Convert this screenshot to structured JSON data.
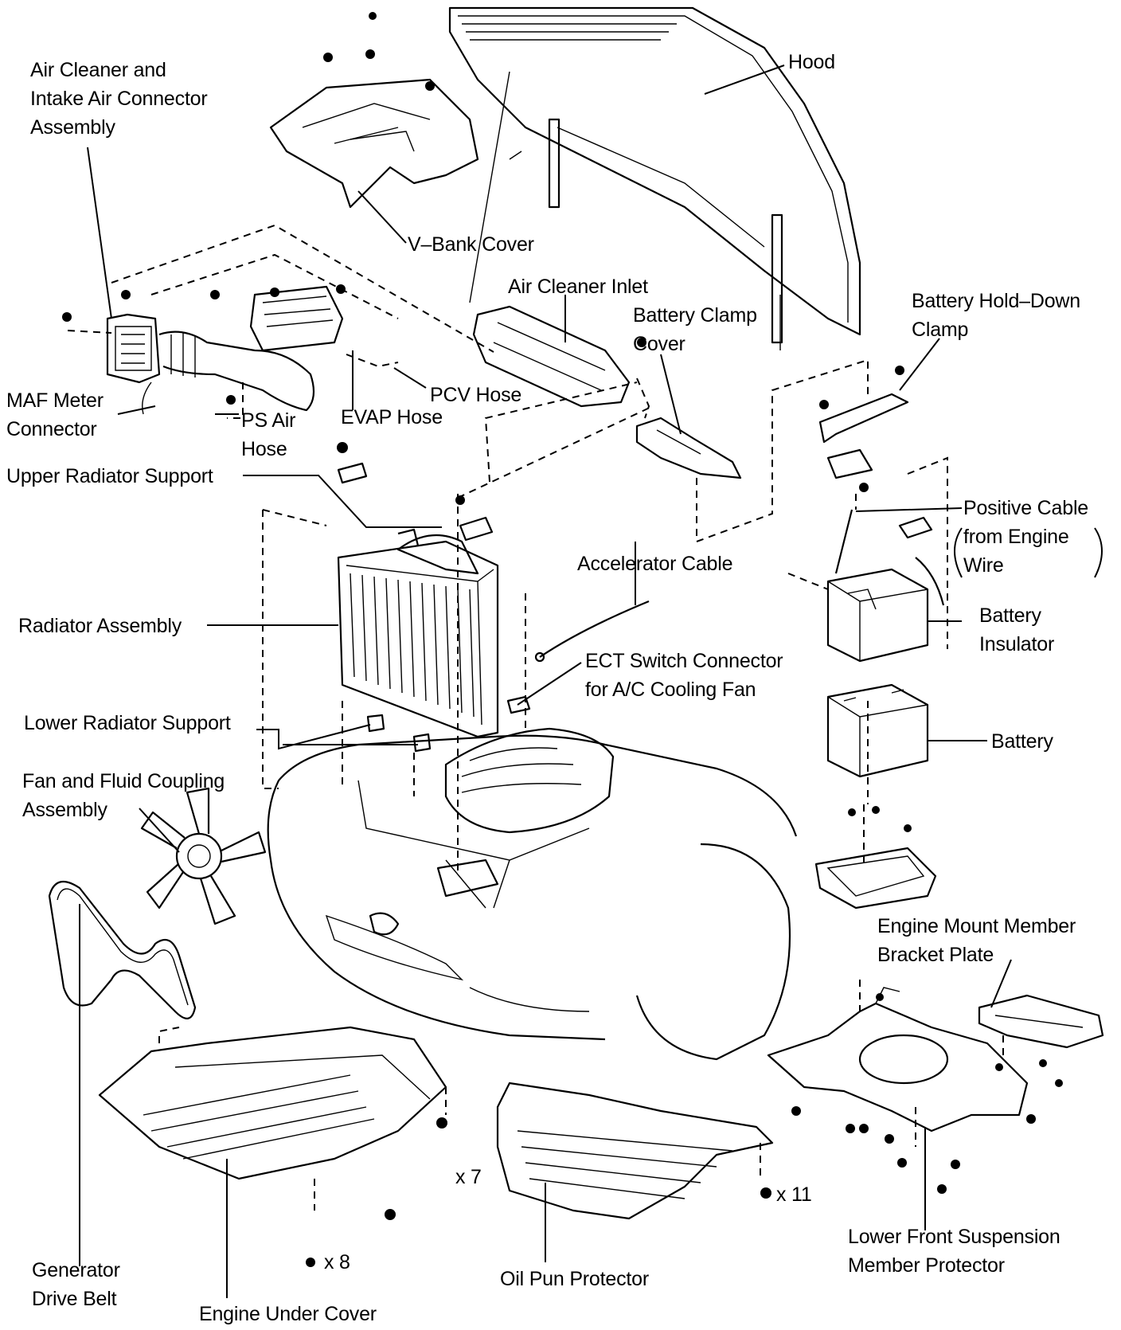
{
  "diagram": {
    "title": "Engine Compartment Components — Exploded View",
    "colors": {
      "background": "#ffffff",
      "ink": "#000000"
    },
    "labels": {
      "air_cleaner": "Air Cleaner and\nIntake Air Connector\nAssembly",
      "v_bank_cover": "V–Bank Cover",
      "hood": "Hood",
      "air_cleaner_inlet": "Air Cleaner Inlet",
      "battery_clamp_cover": "Battery Clamp\nCover",
      "battery_hold_down_clamp": "Battery Hold–Down\nClamp",
      "maf_meter_connector": "MAF Meter\nConnector",
      "ps_air_hose": "PS Air\nHose",
      "evap_hose": "EVAP Hose",
      "pcv_hose": "PCV Hose",
      "upper_radiator_support": "Upper Radiator Support",
      "positive_cable": "Positive Cable\nfrom Engine\nWire",
      "accelerator_cable": "Accelerator Cable",
      "radiator_assembly": "Radiator Assembly",
      "battery_insulator": "Battery\nInsulator",
      "ect_switch_connector": "ECT Switch Connector\nfor A/C Cooling Fan",
      "lower_radiator_support": "Lower Radiator Support",
      "battery": "Battery",
      "fan_fluid_coupling": "Fan and Fluid Coupling\nAssembly",
      "engine_mount_bracket": "Engine Mount Member\nBracket Plate",
      "generator_drive_belt": "Generator\nDrive Belt",
      "engine_under_cover": "Engine Under Cover",
      "oil_pan_protector": "Oil Pun Protector",
      "lower_front_suspension": "Lower Front Suspension\nMember Protector"
    },
    "quantities": {
      "under_cover_bolts_a": "x 7",
      "under_cover_bolts_b": "x 8",
      "oil_pan_bolts": "x 11"
    }
  }
}
